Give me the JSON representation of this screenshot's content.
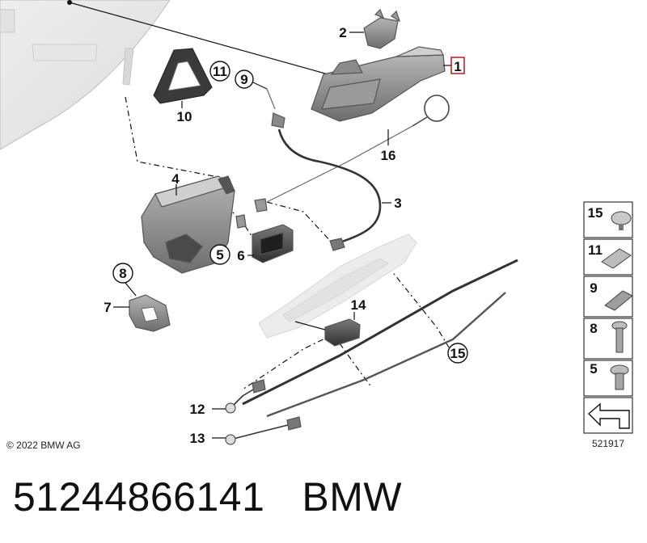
{
  "copyright": "© 2022 BMW AG",
  "diagram_number": "521917",
  "part_number": "51244866141",
  "brand": "BMW",
  "callouts": {
    "c1": "1",
    "c2": "2",
    "c3": "3",
    "c4": "4",
    "c5": "5",
    "c6": "6",
    "c7": "7",
    "c8": "8",
    "c9": "9",
    "c10": "10",
    "c11": "11",
    "c12": "12",
    "c13": "13",
    "c14": "14",
    "c15": "15",
    "c16": "16"
  },
  "legend": [
    "15",
    "11",
    "9",
    "8",
    "5"
  ],
  "highlight_color": "#d42020"
}
